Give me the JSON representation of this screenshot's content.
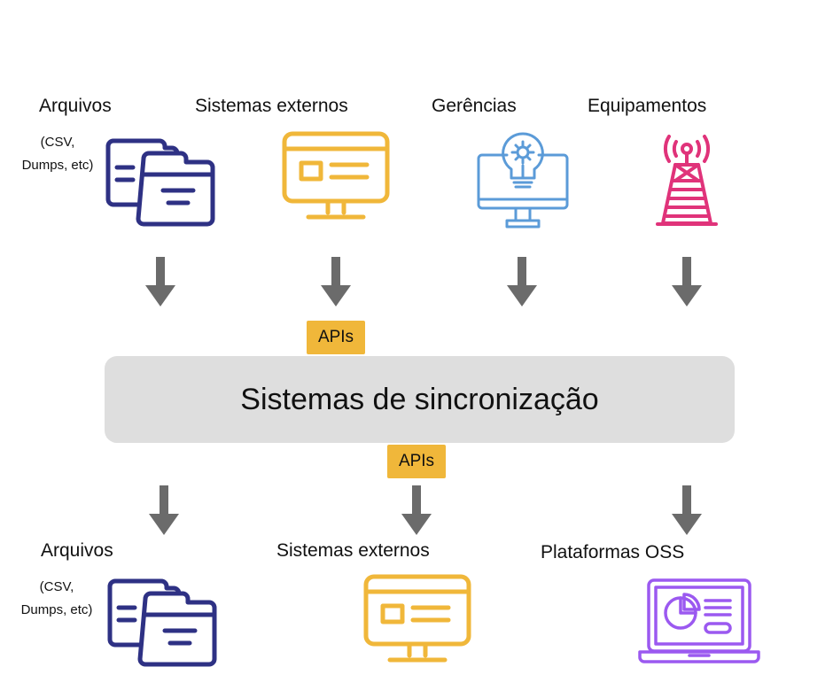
{
  "colors": {
    "navy": "#2e3184",
    "gold": "#f0b73a",
    "blue": "#5b9bd8",
    "magenta": "#e0337a",
    "purple": "#9b59f0",
    "arrow": "#6b6b6b",
    "hub": "#dedede"
  },
  "sources": [
    {
      "label": "Arquivos",
      "note": "(CSV,\nDumps, etc)",
      "icon": "folders-icon"
    },
    {
      "label": "Sistemas externos",
      "icon": "monitor-icon"
    },
    {
      "label": "Gerências",
      "icon": "lightbulb-monitor-icon"
    },
    {
      "label": "Equipamentos",
      "icon": "antenna-tower-icon"
    }
  ],
  "api_top": "APIs",
  "hub_title": "Sistemas de sincronização",
  "api_bottom": "APIs",
  "targets": [
    {
      "label": "Arquivos",
      "note": "(CSV,\nDumps, etc)",
      "icon": "folders-icon"
    },
    {
      "label": "Sistemas externos",
      "icon": "monitor-icon"
    },
    {
      "label": "Plataformas OSS",
      "icon": "laptop-dashboard-icon"
    }
  ]
}
